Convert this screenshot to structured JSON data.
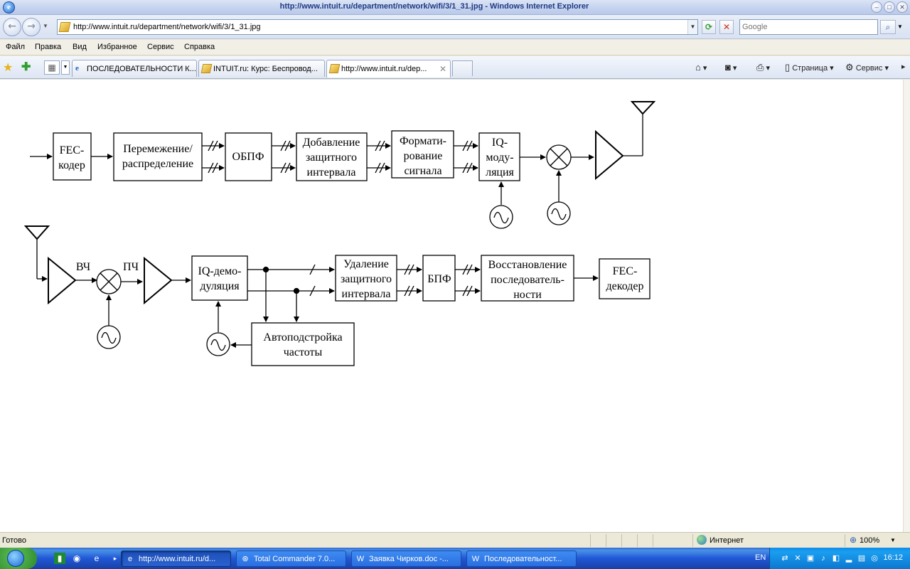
{
  "window": {
    "title": "http://www.intuit.ru/department/network/wifi/3/1_31.jpg - Windows Internet Explorer"
  },
  "address_bar": {
    "url": "http://www.intuit.ru/department/network/wifi/3/1_31.jpg",
    "search_placeholder": "Google"
  },
  "menu": [
    "Файл",
    "Правка",
    "Вид",
    "Избранное",
    "Сервис",
    "Справка"
  ],
  "tabs": [
    {
      "label": "ПОСЛЕДОВАТЕЛЬНОСТИ К...",
      "icon": "ie-icon"
    },
    {
      "label": "INTUIT.ru: Курс: Беспровод...",
      "icon": "intuit-icon"
    },
    {
      "label": "http://www.intuit.ru/dep...",
      "icon": "intuit-icon"
    }
  ],
  "command_bar": {
    "page_label": "Страница",
    "tools_label": "Сервис"
  },
  "diagram": {
    "transmitter": {
      "fec": [
        "FEC-",
        "кодер"
      ],
      "interleave": [
        "Перемежение/",
        "распределение"
      ],
      "ifft": "ОБПФ",
      "guard_add": [
        "Добавление",
        "защитного",
        "интервала"
      ],
      "shaping": [
        "Формати-",
        "рование",
        "сигнала"
      ],
      "iq_mod": [
        "IQ-",
        "моду-",
        "ляция"
      ]
    },
    "receiver": {
      "rf_label": "ВЧ",
      "if_label": "ПЧ",
      "iq_demod": [
        "IQ-демо-",
        "дуляция"
      ],
      "guard_remove": [
        "Удаление",
        "защитного",
        "интервала"
      ],
      "fft": "БПФ",
      "restore": [
        "Восстановление",
        "последователь-",
        "ности"
      ],
      "fec_dec": [
        "FEC-",
        "декодер"
      ],
      "afc": [
        "Автоподстройка",
        "частоты"
      ]
    }
  },
  "status_bar": {
    "status": "Готово",
    "zone": "Интернет",
    "zoom": "100%"
  },
  "taskbar": {
    "tasks": [
      {
        "label": "http://www.intuit.ru/d...",
        "icon": "ie-icon",
        "active": true
      },
      {
        "label": "Total Commander 7.0...",
        "icon": "total-commander-icon",
        "active": false
      },
      {
        "label": "Заявка Чирков.doc -...",
        "icon": "word-icon",
        "active": false
      },
      {
        "label": "Последовательност...",
        "icon": "word-icon",
        "active": false
      }
    ],
    "language": "EN",
    "clock": "16:12"
  },
  "colors": {
    "titlebar_text": "#1f3a82",
    "taskbar_blue": "#2157d7",
    "start_green": "#2f8a2b"
  }
}
